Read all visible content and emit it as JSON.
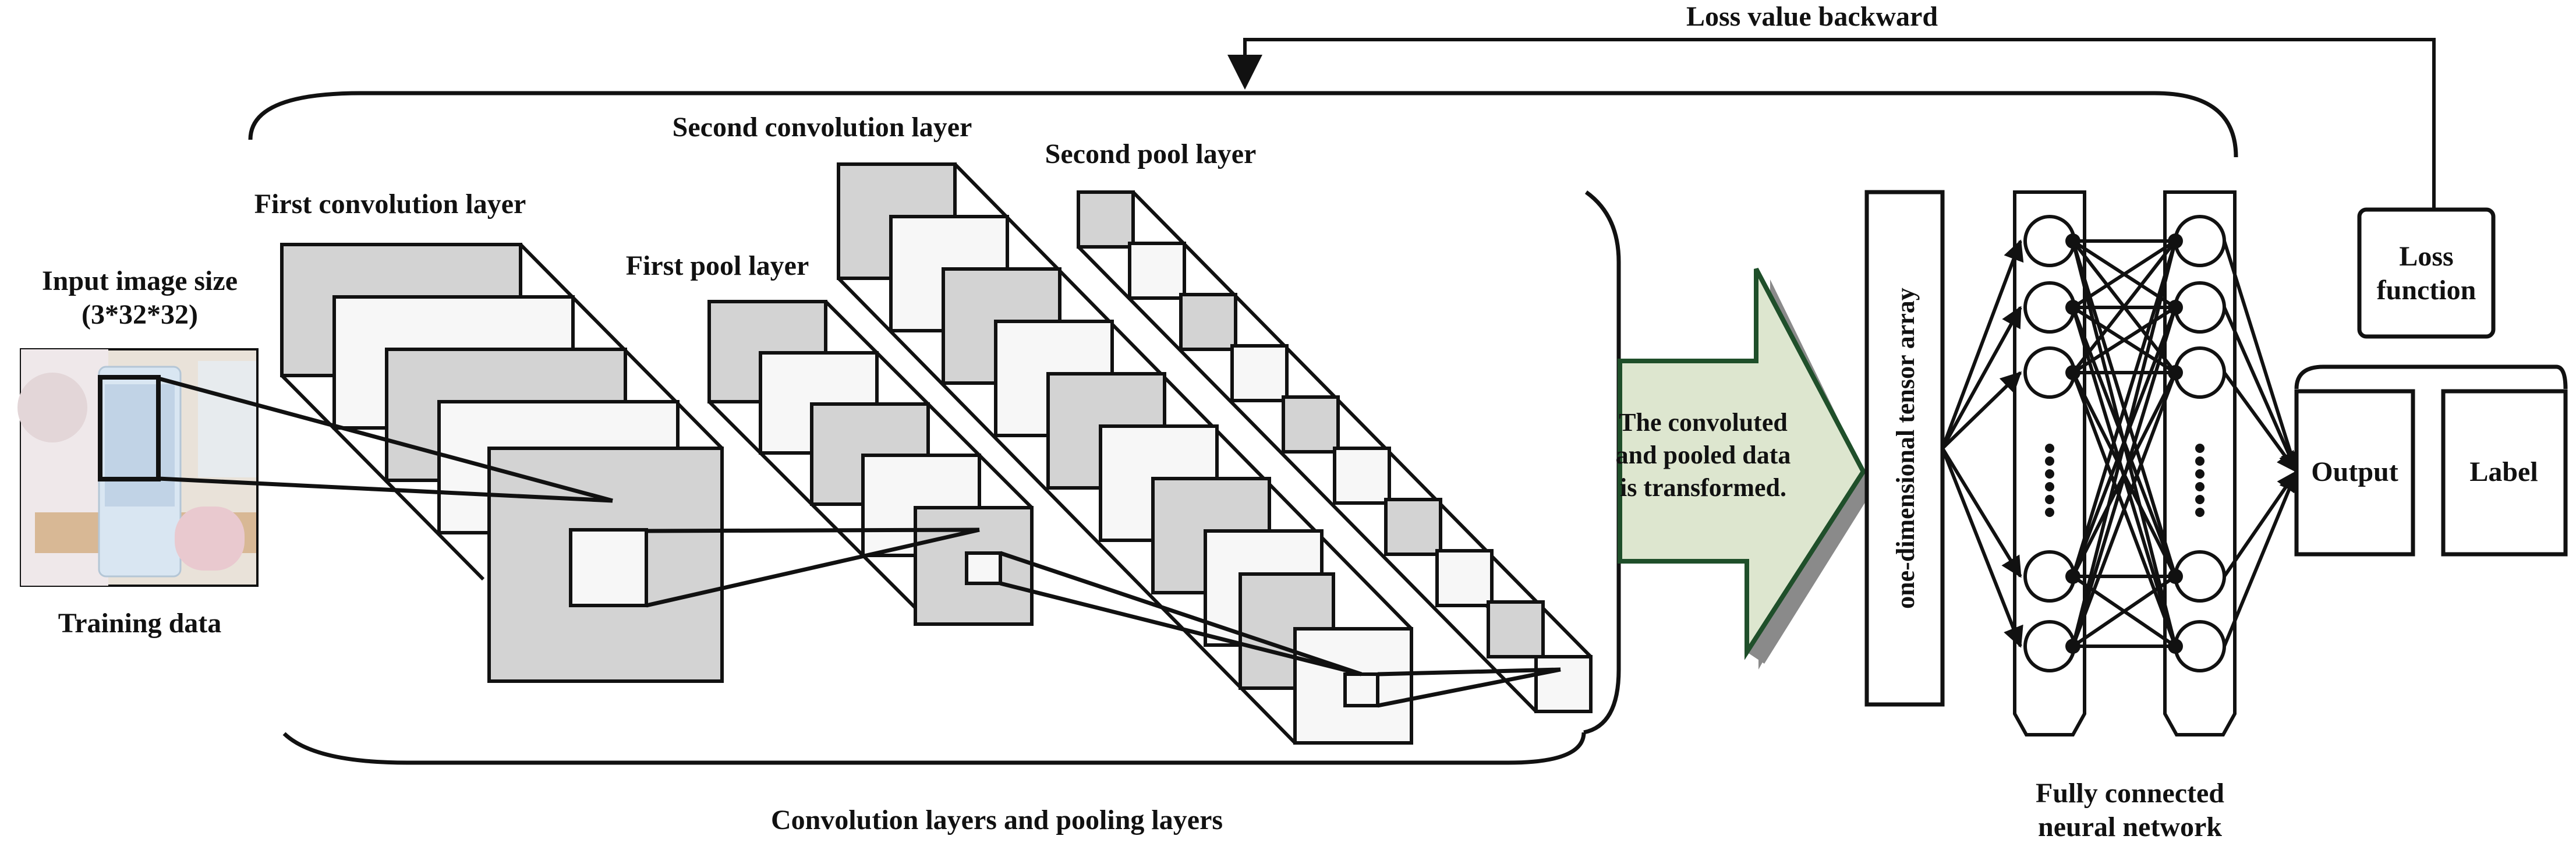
{
  "labels": {
    "loss_backward": "Loss value backward",
    "input_size_line1": "Input image size",
    "input_size_line2": "(3*32*32)",
    "training_data": "Training data",
    "first_conv": "First convolution layer",
    "first_pool": "First pool layer",
    "second_conv": "Second convolution layer",
    "second_pool": "Second pool layer",
    "conv_pool_caption": "Convolution layers and pooling layers",
    "arrow_line1": "The convoluted",
    "arrow_line2": "and pooled data",
    "arrow_line3": "is transformed.",
    "tensor_array": "one-dimensional tensor array",
    "loss_function_line1": "Loss",
    "loss_function_line2": "function",
    "output": "Output",
    "label": "Label",
    "fc_line1": "Fully connected",
    "fc_line2": "neural network"
  },
  "colors": {
    "stroke": "#111111",
    "gray_fill": "#d3d3d3",
    "light_fill": "#f7f7f7",
    "arrow_fill": "#dde6cf",
    "arrow_edge": "#1f4f2a",
    "arrow_shadow": "#8a8a8a",
    "photo_bg": "#e9e2d9",
    "photo_product": "#d9e6f2",
    "photo_pink": "#e9c9cf"
  }
}
